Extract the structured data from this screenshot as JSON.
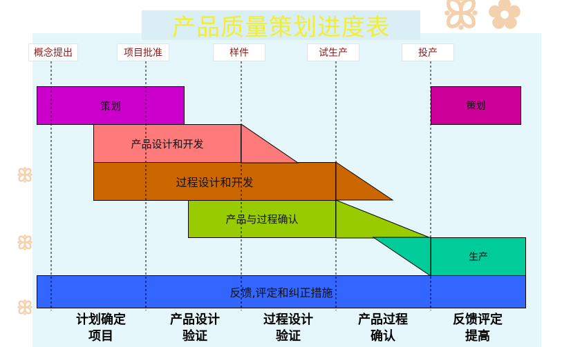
{
  "title": "产品质量策划进度表",
  "milestones": [
    "概念提出",
    "项目批准",
    "样件",
    "试生产",
    "投产"
  ],
  "bars": {
    "planning": "策划",
    "planning_right": "策划",
    "product_design": "产品设计和开发",
    "process_design": "过程设计和开发",
    "validation": "产品与过程确认",
    "production": "生产",
    "feedback": "反馈,评定和纠正措施"
  },
  "bottom_labels": [
    "计划确定项目",
    "产品设计验证",
    "过程设计验证",
    "产品过程确认",
    "反馈评定提高"
  ],
  "colors": {
    "planning": "#cc00cc",
    "planning_right": "#cc0099",
    "product_design": "#ff7a7a",
    "process_design": "#cc6600",
    "validation": "#99cc00",
    "production": "#00cc99",
    "feedback": "#3366ff",
    "title_text": "#f2ee33",
    "milestone_text": "#8b1a1a"
  }
}
